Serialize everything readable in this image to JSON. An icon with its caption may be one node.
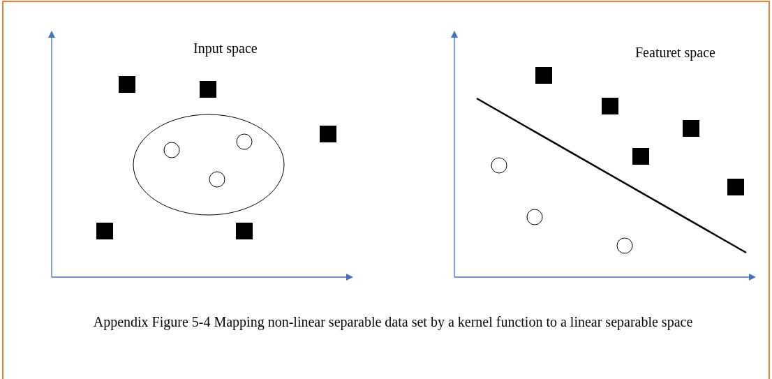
{
  "diagram": {
    "caption": "Appendix Figure 5-4 Mapping non-linear separable data set by a kernel function to a linear separable space",
    "labels": [
      "Input space",
      "Featuret space"
    ]
  }
}
